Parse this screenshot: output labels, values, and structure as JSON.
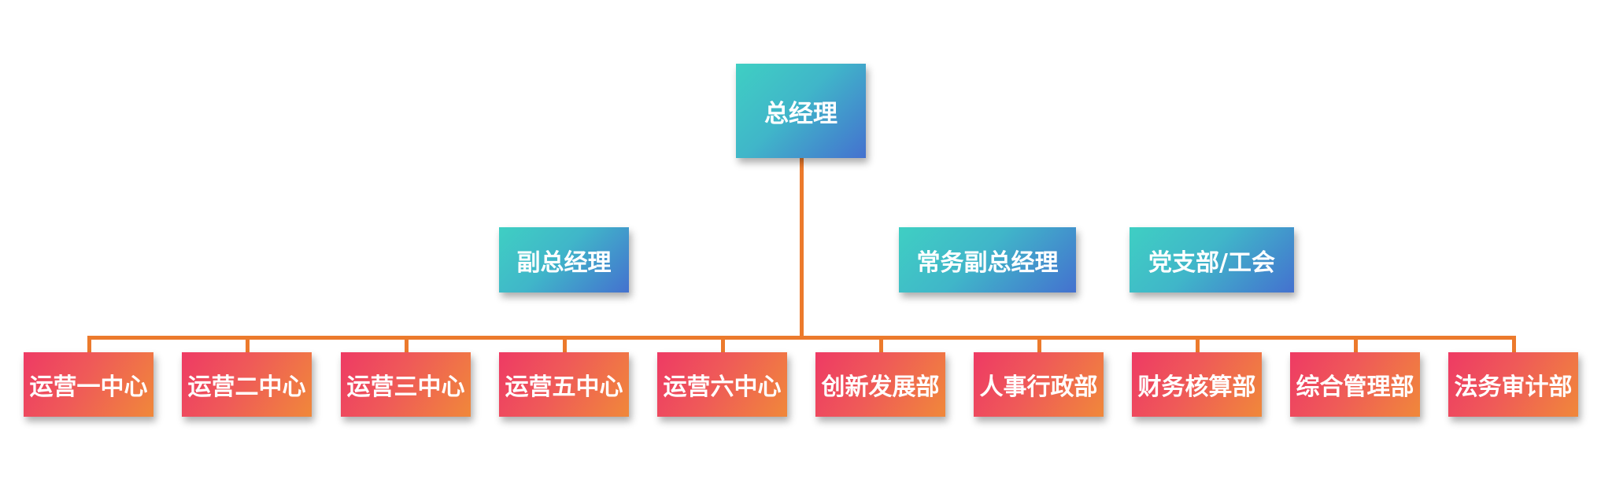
{
  "org_chart": {
    "top": {
      "label": "总经理"
    },
    "side_units": [
      {
        "label": "副总经理"
      },
      {
        "label": "常务副总经理"
      },
      {
        "label": "党支部/工会"
      }
    ],
    "departments": [
      {
        "label": "运营一中心"
      },
      {
        "label": "运营二中心"
      },
      {
        "label": "运营三中心"
      },
      {
        "label": "运营五中心"
      },
      {
        "label": "运营六中心"
      },
      {
        "label": "创新发展部"
      },
      {
        "label": "人事行政部"
      },
      {
        "label": "财务核算部"
      },
      {
        "label": "综合管理部"
      },
      {
        "label": "法务审计部"
      }
    ]
  },
  "colors": {
    "connector": "#ec7a2c",
    "upper_gradient": [
      "#3fcfc3",
      "#4471cf"
    ],
    "lower_gradient": [
      "#ee3a64",
      "#f0883a"
    ]
  }
}
